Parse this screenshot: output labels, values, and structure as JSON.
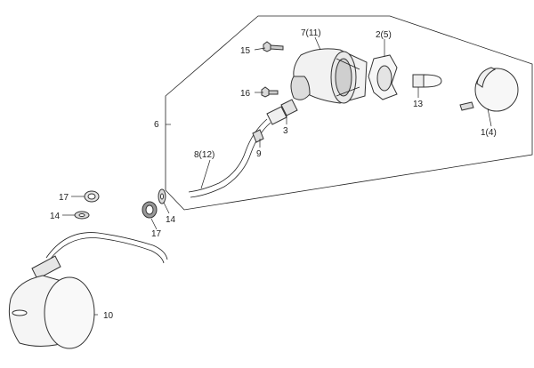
{
  "labels": {
    "l15": "15",
    "l7_11": "7(11)",
    "l2_5": "2(5)",
    "l16": "16",
    "l13": "13",
    "l6": "6",
    "l3": "3",
    "l1_4": "1(4)",
    "l9": "9",
    "l8_12": "8(12)",
    "l17a": "17",
    "l14a": "14",
    "l14b": "14",
    "l17b": "17",
    "l10": "10"
  },
  "colors": {
    "line": "#222222",
    "fill_light": "#f4f4f4",
    "fill_mid": "#d8d8d8",
    "fill_dark": "#9a9a9a"
  }
}
